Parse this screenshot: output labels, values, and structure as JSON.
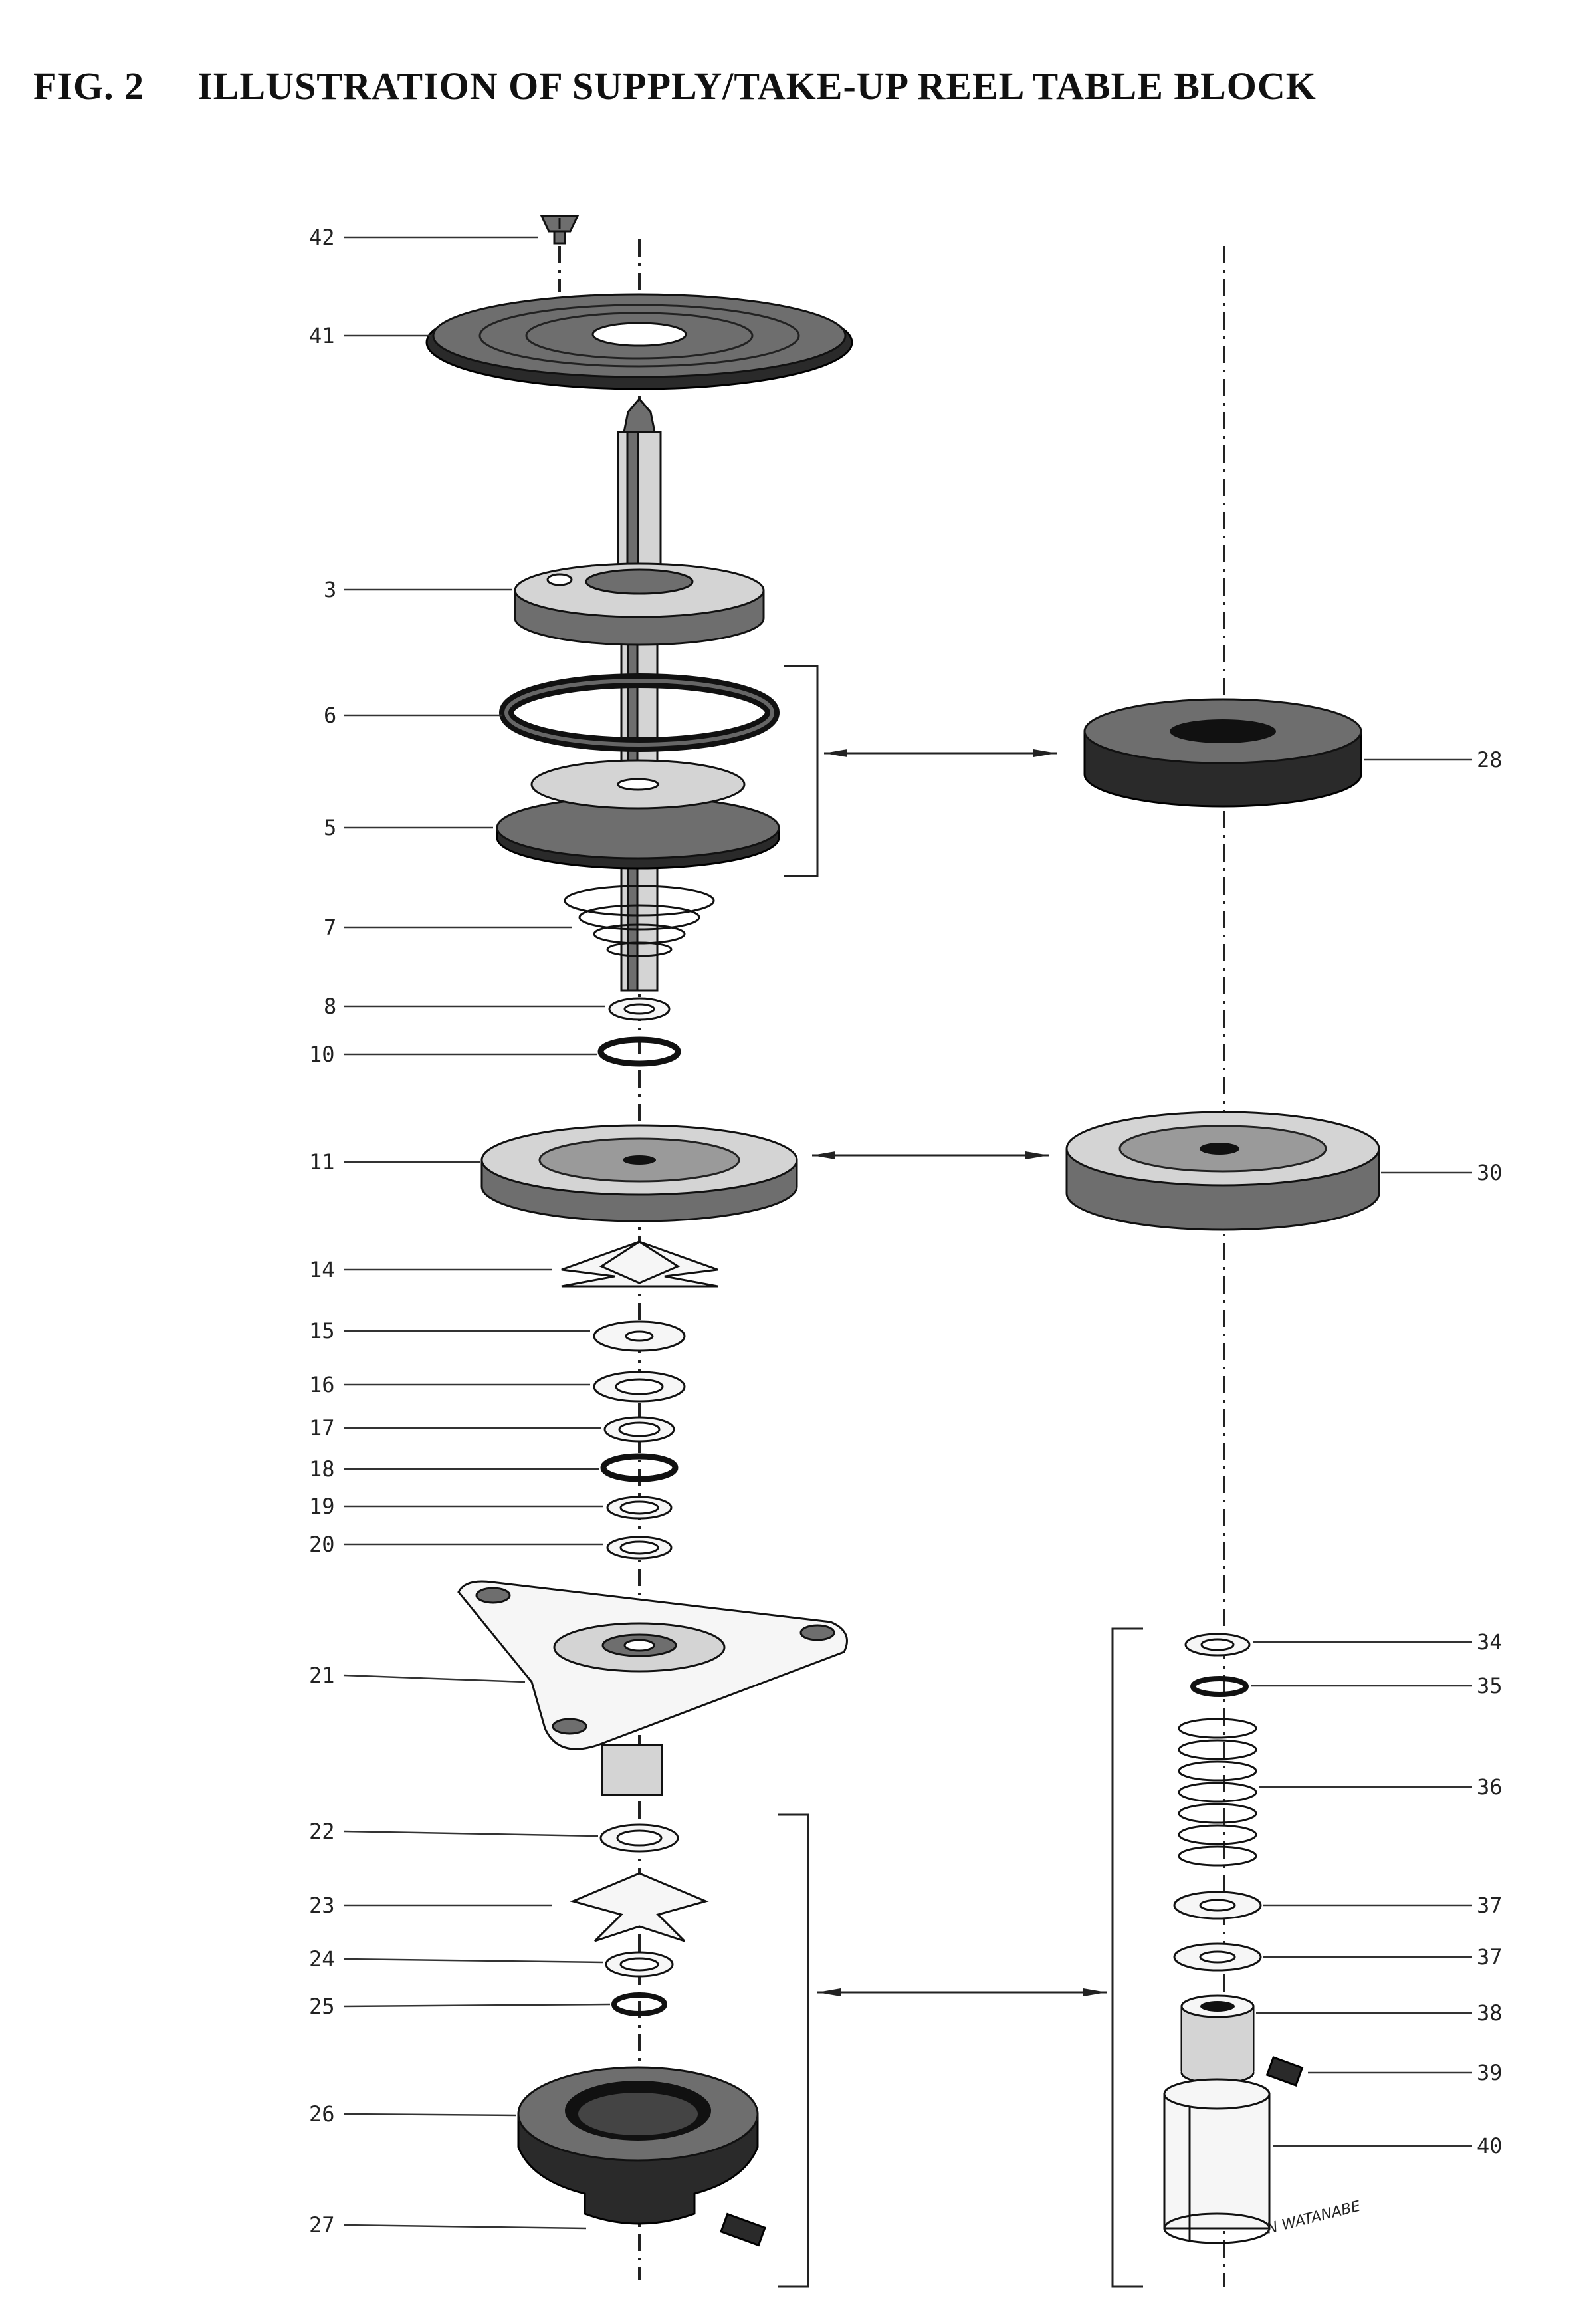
{
  "figure": {
    "number": "FIG. 2",
    "title": "ILLUSTRATION OF SUPPLY/TAKE-UP REEL TABLE BLOCK"
  },
  "part_labels": {
    "p42": "42",
    "p41": "41",
    "p3": "3",
    "p6": "6",
    "p5": "5",
    "p7": "7",
    "p8": "8",
    "p10": "10",
    "p11": "11",
    "p14": "14",
    "p15": "15",
    "p16": "16",
    "p17": "17",
    "p18": "18",
    "p19": "19",
    "p20": "20",
    "p21": "21",
    "p22": "22",
    "p23": "23",
    "p24": "24",
    "p25": "25",
    "p26": "26",
    "p27": "27",
    "p28": "28",
    "p30": "30",
    "p34": "34",
    "p35": "35",
    "p36": "36",
    "p37a": "37",
    "p37b": "37",
    "p38": "38",
    "p39": "39",
    "p40": "40"
  },
  "signature": "N WATANABE"
}
